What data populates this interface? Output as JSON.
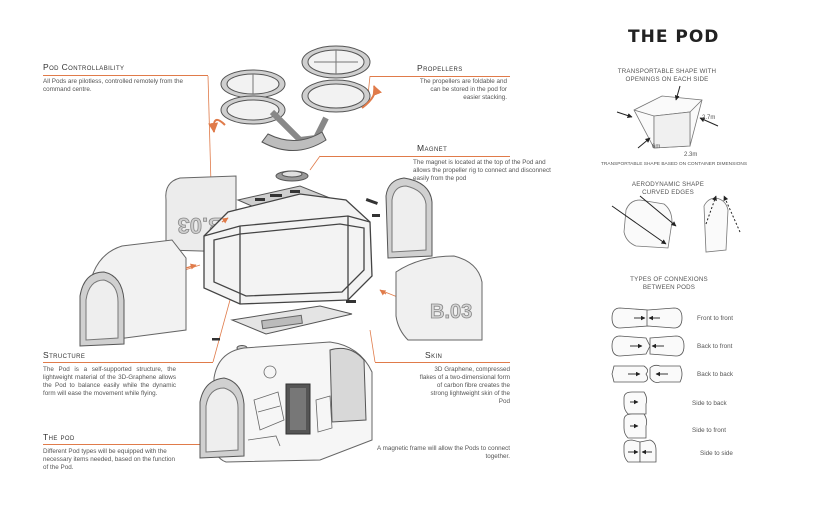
{
  "title": "THE POD",
  "sections": {
    "controllability": {
      "heading": "Pod Controllability",
      "text": "All Pods are pilotless, controlled remotely from the command centre."
    },
    "propellers": {
      "heading": "Propellers",
      "text": "The propellers are foldable and can be stored in the pod for easier stacking."
    },
    "magnet": {
      "heading": "Magnet",
      "text": "The magnet is located at the top of the Pod and allows the propeller rig to connect and disconnect easily from the pod"
    },
    "structure": {
      "heading": "Structure",
      "text": "The Pod is a self-supported structure, the lightweight material of the 3D-Graphene allows the Pod to balance easily while the dynamic form will ease the movement while flying."
    },
    "skin": {
      "heading": "Skin",
      "text": "3D Graphene, compressed flakes of a two-dimensional form of carbon fibre creates the strong lightweight skin of the Pod"
    },
    "thepod": {
      "heading": "The pod",
      "text": "Different Pod types will be equipped with the necessary items needed, based on the function of the Pod."
    },
    "frame": {
      "text": "A magnetic frame will allow the Pods to connect together."
    }
  },
  "panel_labels": {
    "left": "B.03",
    "right": "B.03"
  },
  "transportable": {
    "caption": "Transportable shape with openings on each side",
    "dims": [
      "2.7m",
      "6m",
      "2.3m"
    ],
    "note": "Transportable shape based on container dimensions"
  },
  "aerodynamic": {
    "caption": "Aerodynamic shape curved edges"
  },
  "connexions": {
    "caption": "Types of connexions between pods",
    "items": [
      "Front to front",
      "Back to front",
      "Back to back",
      "Side to back",
      "Side to front",
      "Side to side"
    ]
  }
}
